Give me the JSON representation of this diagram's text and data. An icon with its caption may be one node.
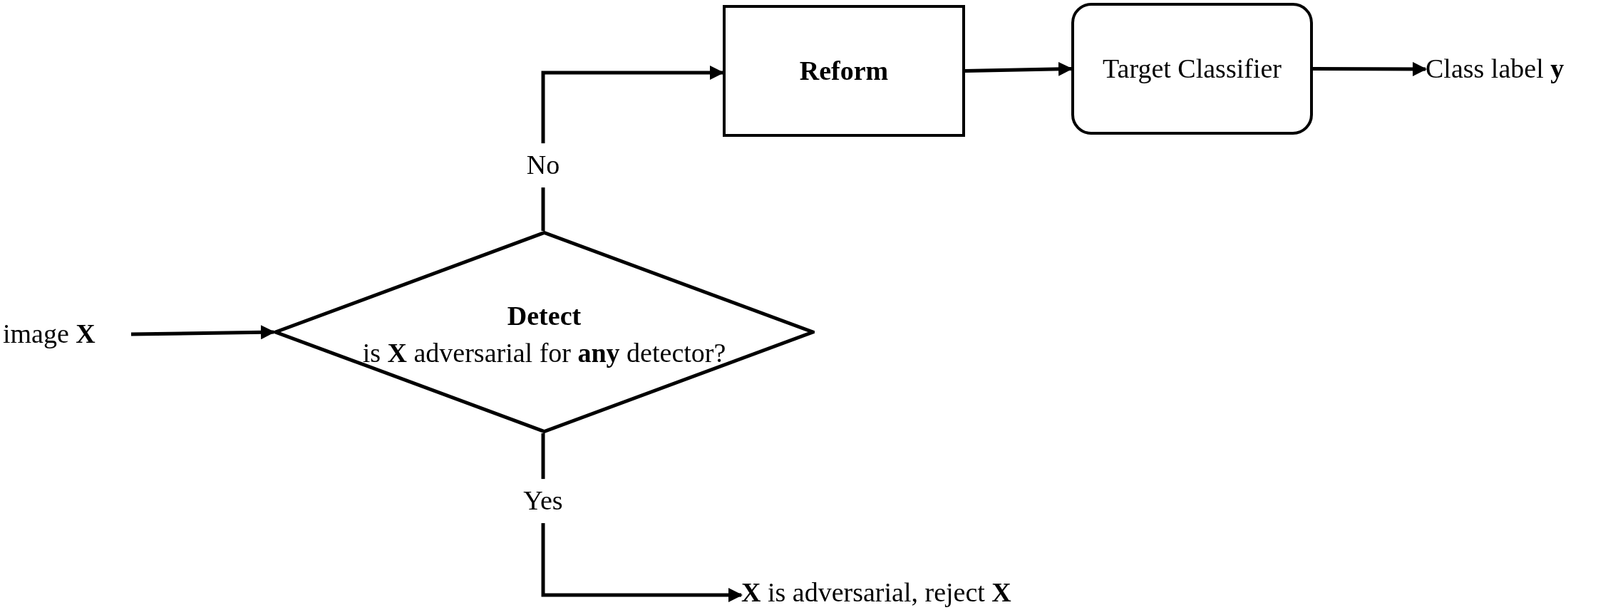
{
  "diagram": {
    "nodes": [
      {
        "text": [
          "image **X**"
        ]
      },
      {
        "text": [
          "Detect",
          "is **X** adversarial for **any** detector?"
        ]
      },
      {
        "text": [
          "Reform"
        ]
      },
      {
        "text": [
          "Target Classifier"
        ]
      },
      {
        "text": [
          "Class label **y**"
        ]
      },
      {
        "text": [
          "**X** is adversarial, reject **X**"
        ]
      }
    ],
    "edges": [
      {
        "from": 0,
        "to": 1,
        "arrow": "to"
      },
      {
        "from": 1,
        "to": 2,
        "arrow": "to",
        "label": "No"
      },
      {
        "from": 2,
        "to": 3,
        "arrow": "to"
      },
      {
        "from": 3,
        "to": 4,
        "arrow": "to"
      },
      {
        "from": 1,
        "to": 5,
        "arrow": "to",
        "label": "Yes"
      }
    ]
  }
}
